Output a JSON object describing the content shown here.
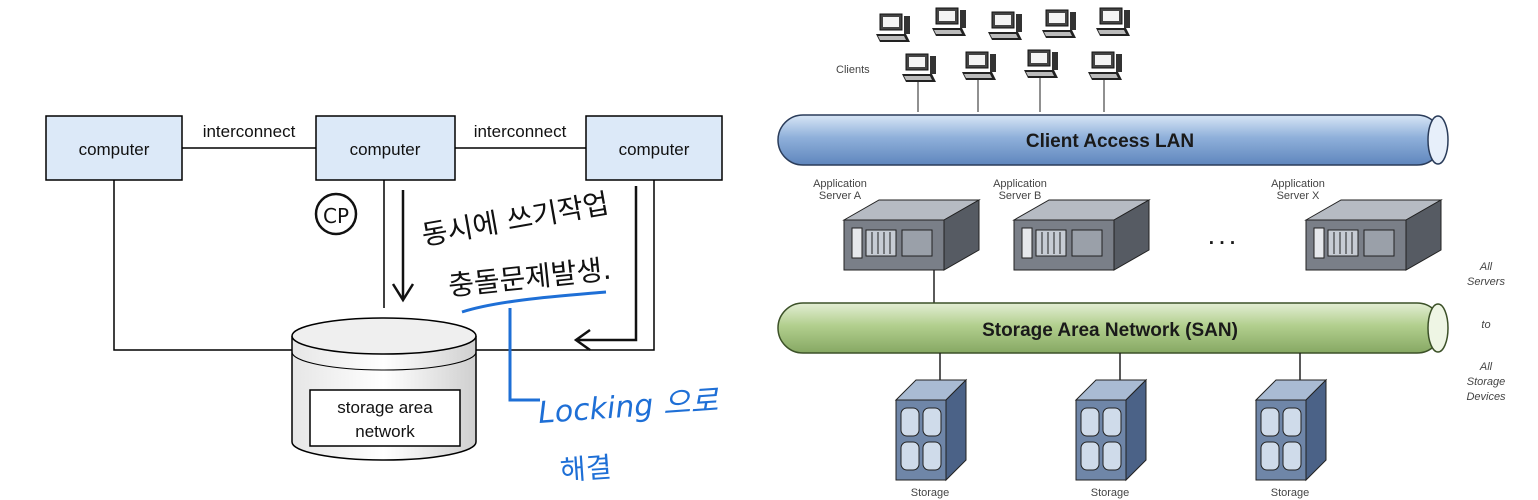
{
  "left_diagram": {
    "computers": [
      "computer",
      "computer",
      "computer"
    ],
    "interconnects": [
      "interconnect",
      "interconnect"
    ],
    "storage_label_line1": "storage area",
    "storage_label_line2": "network"
  },
  "annotations": {
    "circled": "CP",
    "line1": "동시에 쓰기작업",
    "line2": "충돌문제발생.",
    "blue_en": "Locking 으로",
    "blue_ko": "해결"
  },
  "right_diagram": {
    "clients_label": "Clients",
    "client_lan": "Client Access LAN",
    "san": "Storage Area Network (SAN)",
    "servers": [
      {
        "line1": "Application",
        "line2": "Server A"
      },
      {
        "line1": "Application",
        "line2": "Server B"
      },
      {
        "line1": "Application",
        "line2": "Server X"
      }
    ],
    "ellipsis": ". . .",
    "side_note": [
      "All",
      "Servers",
      "to",
      "All",
      "Storage",
      "Devices"
    ],
    "storage_labels": [
      "Storage",
      "Storage",
      "Storage"
    ]
  },
  "colors": {
    "box_fill": "#dce9f8",
    "lan_pipe": "#9fbde0",
    "san_pipe": "#b8d39a",
    "annotation_blue": "#1e6fd6"
  }
}
